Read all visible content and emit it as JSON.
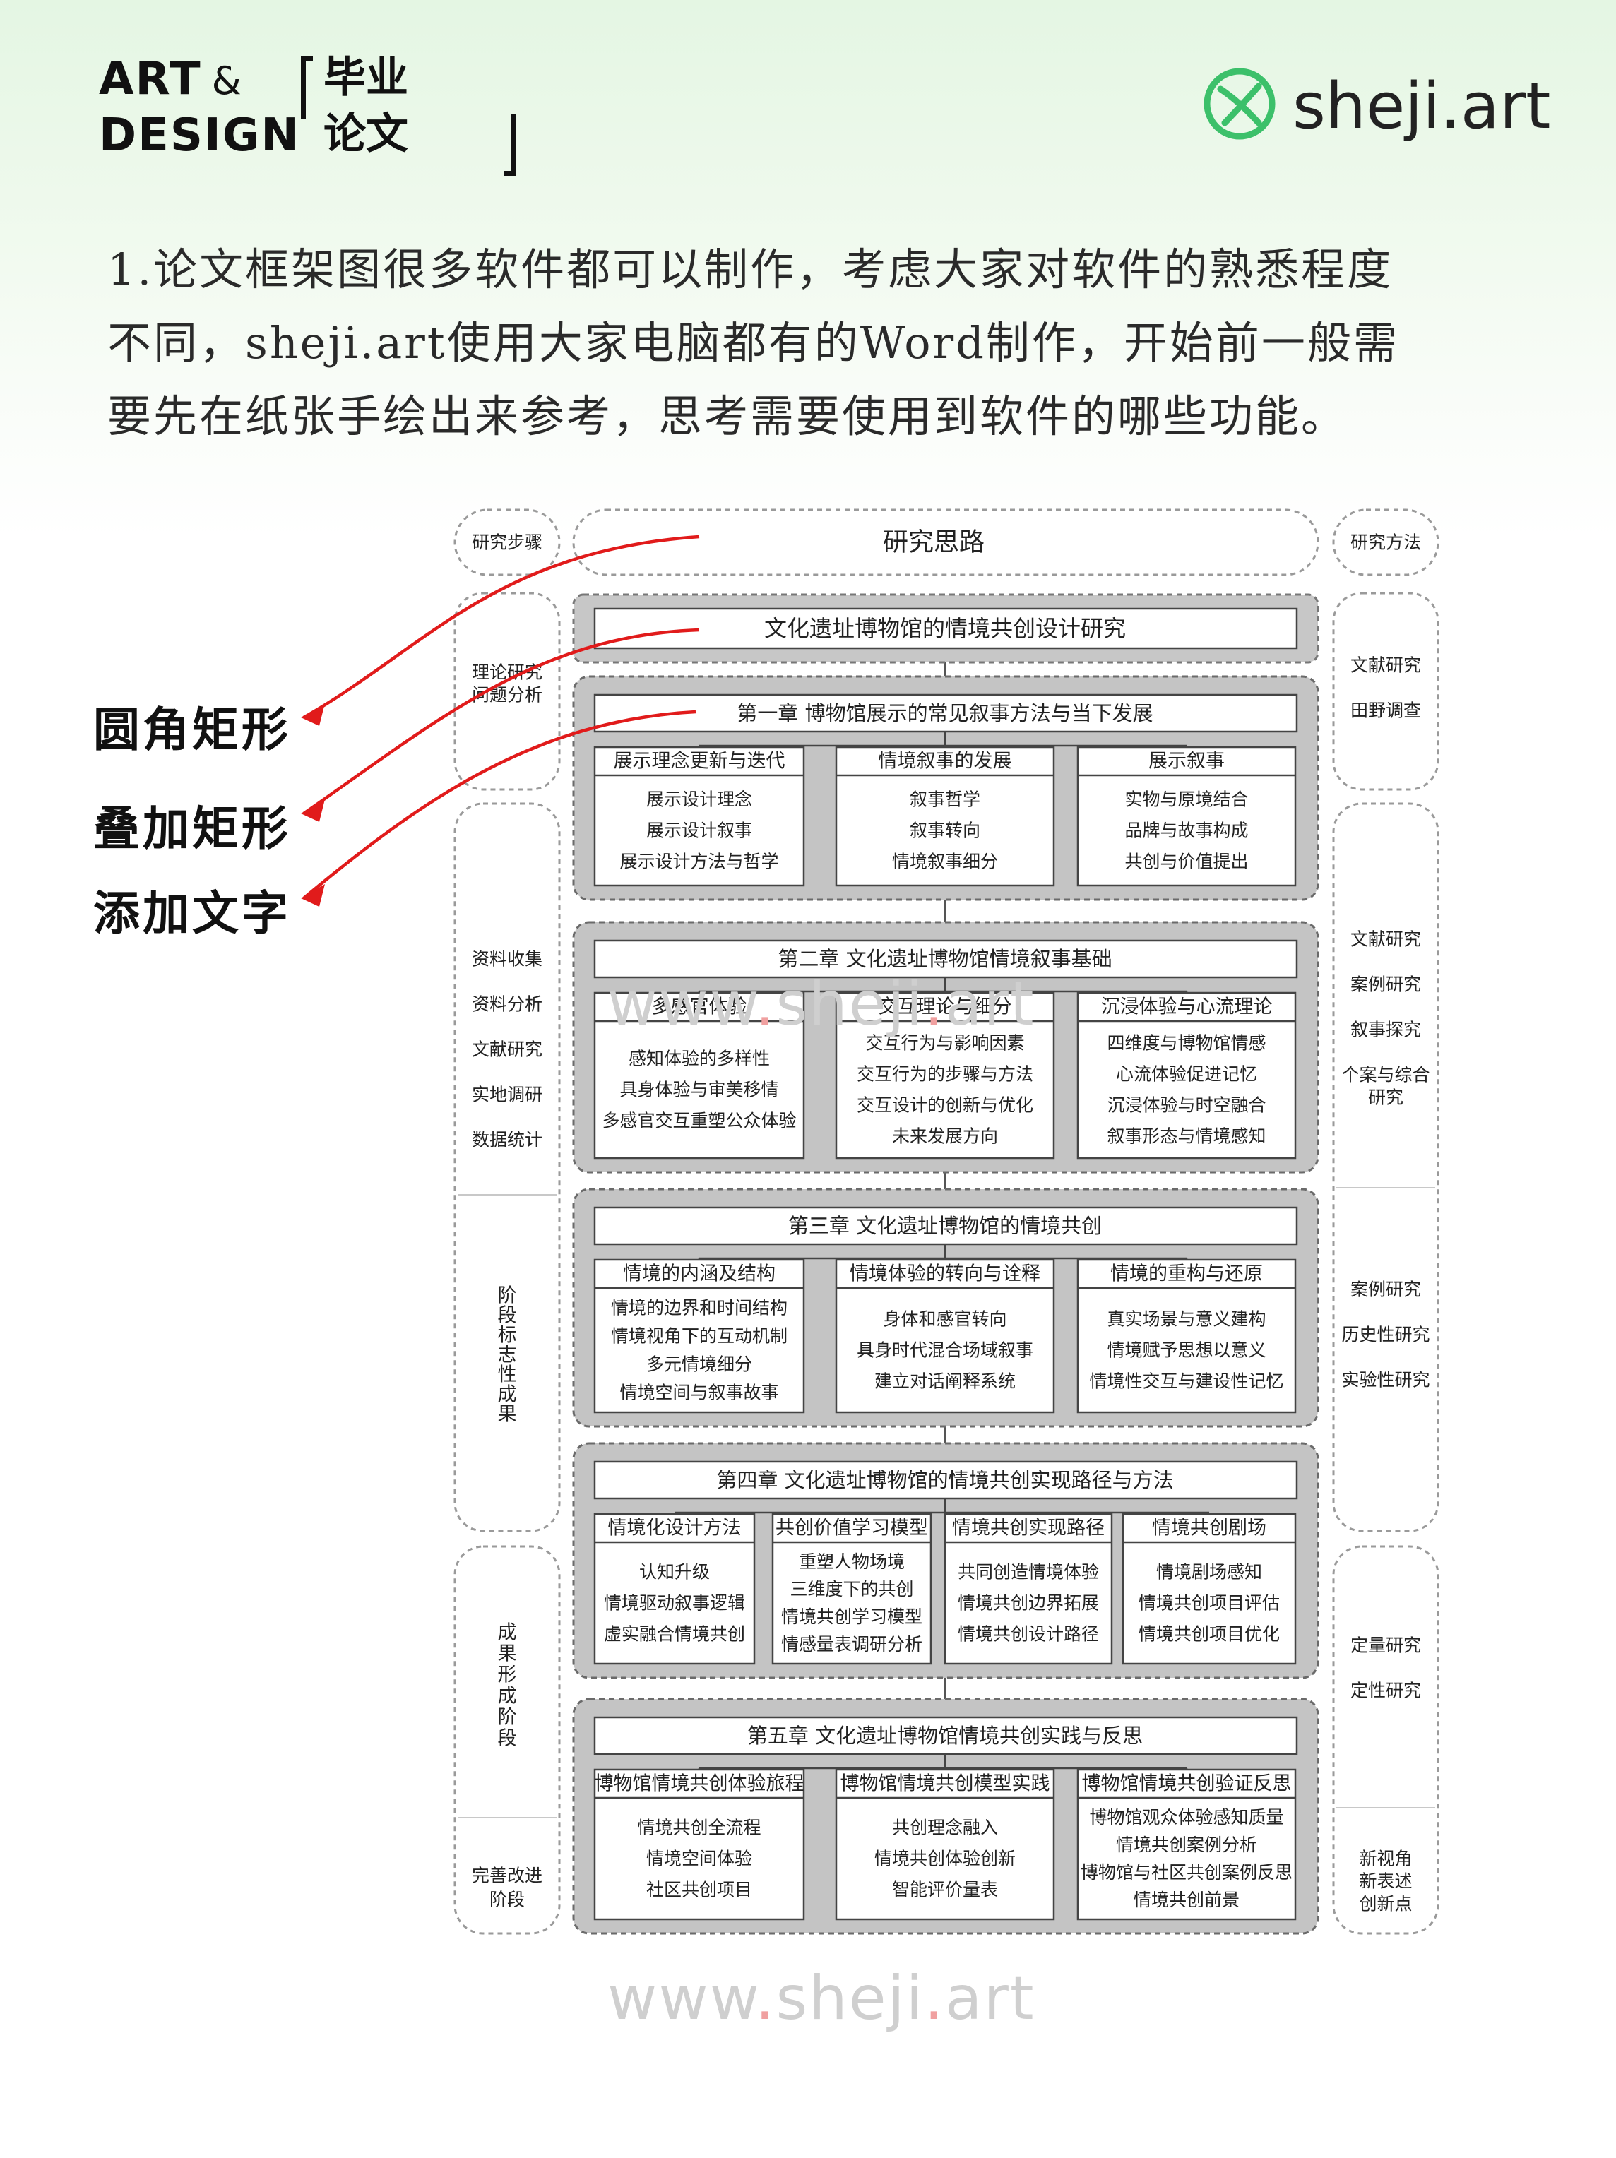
{
  "header": {
    "brand_en_1": "ART",
    "brand_amp": "&",
    "brand_en_2": "DESIGN",
    "brand_cn_1": "毕业",
    "brand_cn_2": "论文",
    "logo_text": "sheji.art",
    "logo_color": "#3cc06a"
  },
  "intro_lines": [
    "1.论文框架图很多软件都可以制作，考虑大家对软件的熟悉程度",
    "不同，sheji.art使用大家电脑都有的Word制作，开始前一般需",
    "要先在纸张手绘出来参考，思考需要使用到软件的哪些功能。"
  ],
  "shape_labels": [
    "圆角矩形",
    "叠加矩形",
    "添加文字"
  ],
  "watermark": {
    "pre": "www",
    "dot": ".",
    "mid": "sheji",
    "dot2": ".",
    "post": "art"
  },
  "diagram": {
    "left_header": "研究步骤",
    "center_header": "研究思路",
    "right_header": "研究方法",
    "left_column": [
      {
        "id": "theory",
        "lines": [
          "理论研究",
          "问题分析"
        ],
        "vertical": false
      },
      {
        "id": "data",
        "lines": [
          "资料收集",
          "资料分析",
          "文献研究",
          "实地调研",
          "数据统计"
        ],
        "vertical": false
      },
      {
        "id": "stage",
        "text": "阶段标志性成果",
        "vertical": true
      },
      {
        "id": "result",
        "text": "成果形成阶段",
        "vertical": true
      },
      {
        "id": "improve",
        "lines": [
          "完善改进",
          "阶段"
        ],
        "vertical": false
      }
    ],
    "right_column": [
      {
        "id": "r1",
        "lines": [
          "文献研究",
          "田野调查"
        ]
      },
      {
        "id": "r2",
        "lines": [
          "文献研究",
          "案例研究",
          "叙事探究",
          "个案与综合",
          "研究"
        ]
      },
      {
        "id": "r3",
        "lines": [
          "案例研究",
          "历史性研究",
          "实验性研究"
        ]
      },
      {
        "id": "r4",
        "lines": [
          "定量研究",
          "定性研究"
        ]
      },
      {
        "id": "r5",
        "lines": [
          "新视角",
          "新表述",
          "创新点"
        ]
      }
    ],
    "title": "文化遗址博物馆的情境共创设计研究",
    "chapters": [
      {
        "title": "第一章  博物馆展示的常见叙事方法与当下发展",
        "columns": [
          {
            "head": "展示理念更新与迭代",
            "items": [
              "展示设计理念",
              "展示设计叙事",
              "展示设计方法与哲学"
            ]
          },
          {
            "head": "情境叙事的发展",
            "items": [
              "叙事哲学",
              "叙事转向",
              "情境叙事细分"
            ]
          },
          {
            "head": "展示叙事",
            "items": [
              "实物与原境结合",
              "品牌与故事构成",
              "共创与价值提出"
            ]
          }
        ]
      },
      {
        "title": "第二章  文化遗址博物馆情境叙事基础",
        "columns": [
          {
            "head": "多感官体验",
            "items": [
              "感知体验的多样性",
              "具身体验与审美移情",
              "多感官交互重塑公众体验"
            ]
          },
          {
            "head": "交互理论与细分",
            "items": [
              "交互行为与影响因素",
              "交互行为的步骤与方法",
              "交互设计的创新与优化",
              "未来发展方向"
            ]
          },
          {
            "head": "沉浸体验与心流理论",
            "items": [
              "四维度与博物馆情感",
              "心流体验促进记忆",
              "沉浸体验与时空融合",
              "叙事形态与情境感知"
            ]
          }
        ]
      },
      {
        "title": "第三章  文化遗址博物馆的情境共创",
        "columns": [
          {
            "head": "情境的内涵及结构",
            "items": [
              "情境的边界和时间结构",
              "情境视角下的互动机制",
              "多元情境细分",
              "情境空间与叙事故事"
            ]
          },
          {
            "head": "情境体验的转向与诠释",
            "items": [
              "身体和感官转向",
              "具身时代混合场域叙事",
              "建立对话阐释系统"
            ]
          },
          {
            "head": "情境的重构与还原",
            "items": [
              "真实场景与意义建构",
              "情境赋予思想以意义",
              "情境性交互与建设性记忆"
            ]
          }
        ]
      },
      {
        "title": "第四章  文化遗址博物馆的情境共创实现路径与方法",
        "columns": [
          {
            "head": "情境化设计方法",
            "items": [
              "认知升级",
              "情境驱动叙事逻辑",
              "虚实融合情境共创"
            ]
          },
          {
            "head": "共创价值学习模型",
            "items": [
              "重塑人物场境",
              "三维度下的共创",
              "情境共创学习模型",
              "情感量表调研分析"
            ]
          },
          {
            "head": "情境共创实现路径",
            "items": [
              "共同创造情境体验",
              "情境共创边界拓展",
              "情境共创设计路径"
            ]
          },
          {
            "head": "情境共创剧场",
            "items": [
              "情境剧场感知",
              "情境共创项目评估",
              "情境共创项目优化"
            ]
          }
        ]
      },
      {
        "title": "第五章  文化遗址博物馆情境共创实践与反思",
        "columns": [
          {
            "head": "博物馆情境共创体验旅程",
            "items": [
              "情境共创全流程",
              "情境空间体验",
              "社区共创项目"
            ]
          },
          {
            "head": "博物馆情境共创模型实践",
            "items": [
              "共创理念融入",
              "情境共创体验创新",
              "智能评价量表"
            ]
          },
          {
            "head": "博物馆情境共创验证反思",
            "items": [
              "博物馆观众体验感知质量",
              "情境共创案例分析",
              "博物馆与社区共创案例反思",
              "情境共创前景"
            ]
          }
        ]
      }
    ]
  }
}
